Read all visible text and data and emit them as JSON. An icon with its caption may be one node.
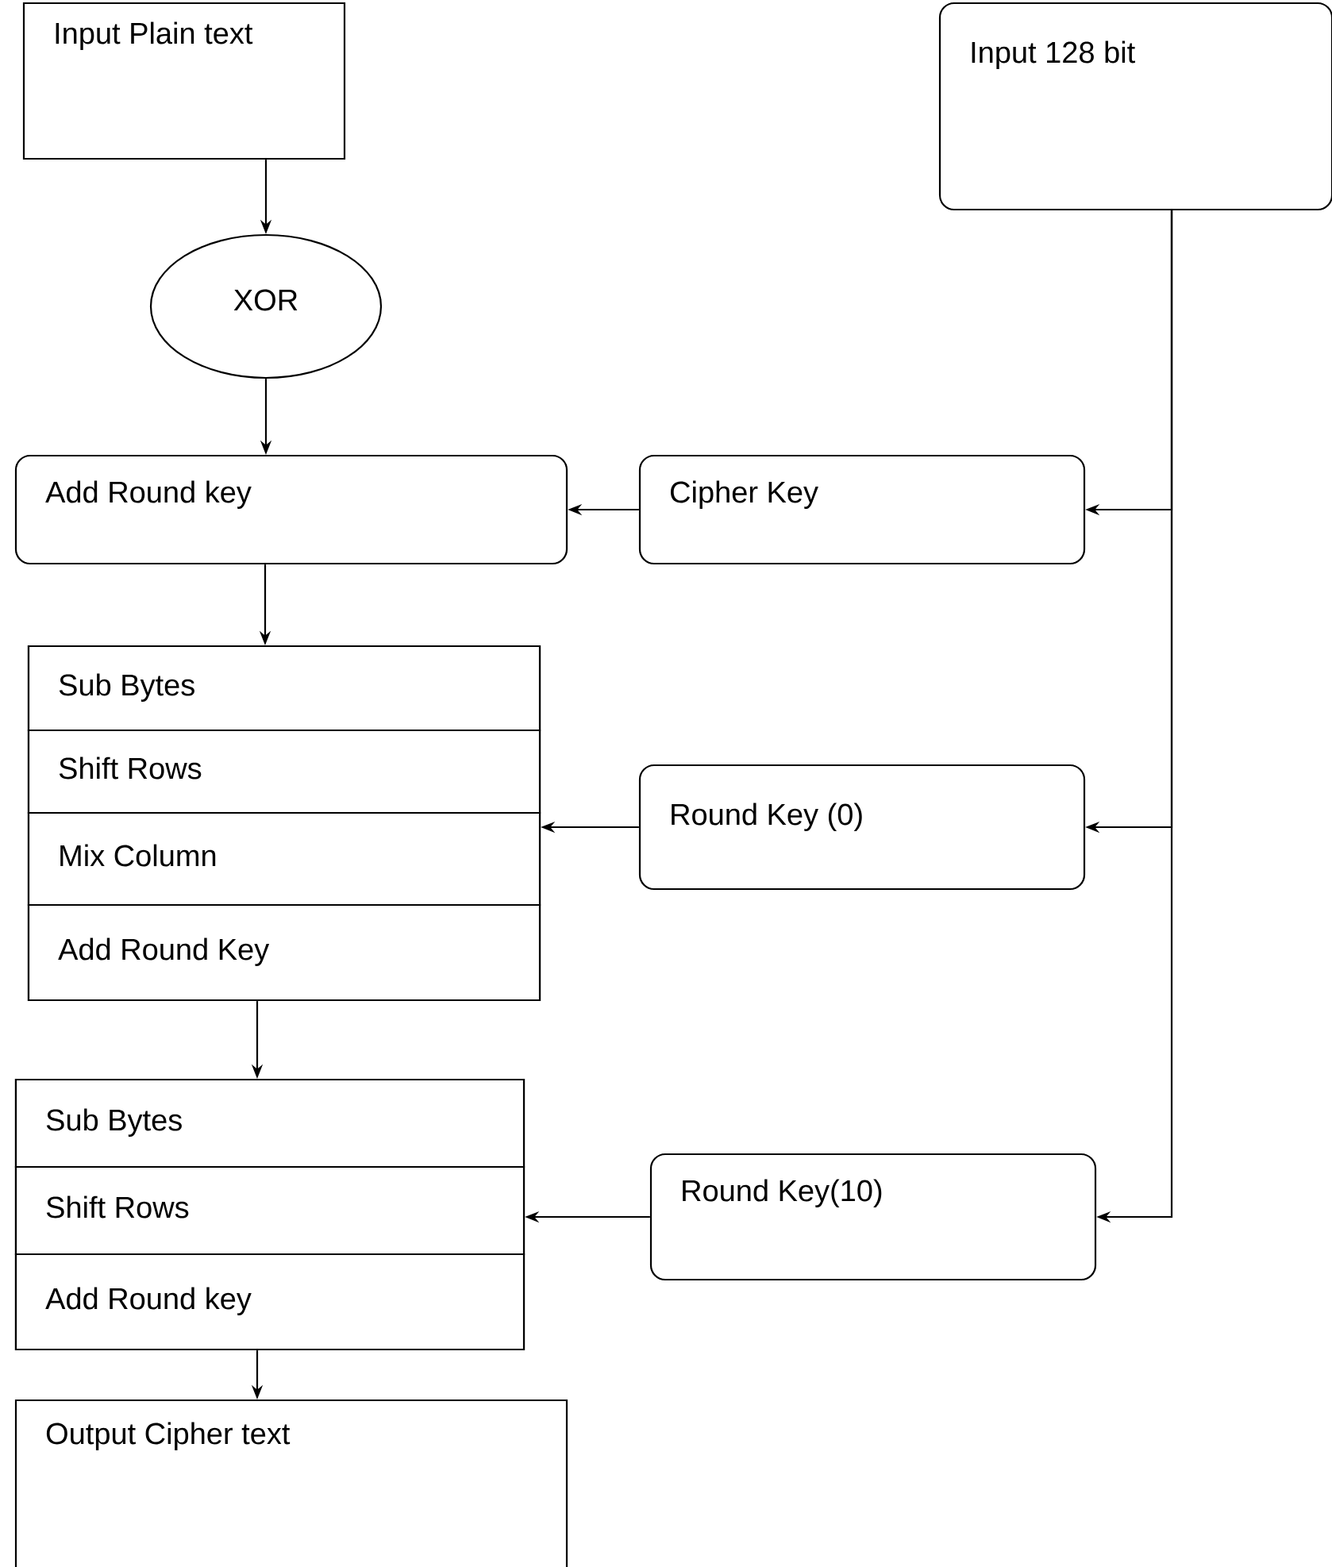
{
  "diagram": {
    "nodes": [
      {
        "text": [
          "Input Plain text"
        ]
      },
      {
        "text": [
          "Input 128 bit"
        ]
      },
      {
        "text": [
          "XOR"
        ]
      },
      {
        "text": [
          "Add Round key"
        ]
      },
      {
        "text": [
          "Cipher Key"
        ]
      },
      {
        "text": [],
        "shape": "box"
      },
      {
        "text": [
          "Sub Bytes"
        ],
        "in": 5
      },
      {
        "text": [
          "Shift Rows"
        ],
        "in": 5
      },
      {
        "text": [
          "Mix Column"
        ],
        "in": 5
      },
      {
        "text": [
          "Add Round Key"
        ],
        "in": 5
      },
      {
        "text": [
          "Round Key (0)"
        ]
      },
      {
        "text": [],
        "shape": "box"
      },
      {
        "text": [
          "Sub Bytes"
        ],
        "in": 11
      },
      {
        "text": [
          "Shift Rows"
        ],
        "in": 11
      },
      {
        "text": [
          "Add Round key"
        ],
        "in": 11
      },
      {
        "text": [
          "Round Key(10)"
        ]
      },
      {
        "text": [
          "Output Cipher text"
        ]
      }
    ],
    "edges": [
      {
        "from": 0,
        "to": 2,
        "arrow": "to"
      },
      {
        "from": 2,
        "to": 3,
        "arrow": "to"
      },
      {
        "from": 4,
        "to": 3,
        "arrow": "to"
      },
      {
        "from": 1,
        "to": 4,
        "arrow": "to"
      },
      {
        "from": 1,
        "to": 10,
        "arrow": "to"
      },
      {
        "from": 1,
        "to": 15,
        "arrow": "to"
      },
      {
        "from": 3,
        "to": 5,
        "arrow": "to"
      },
      {
        "from": 10,
        "to": 5,
        "arrow": "to"
      },
      {
        "from": 5,
        "to": 11,
        "arrow": "to"
      },
      {
        "from": 15,
        "to": 11,
        "arrow": "to"
      },
      {
        "from": 11,
        "to": 16,
        "arrow": "to"
      }
    ]
  }
}
